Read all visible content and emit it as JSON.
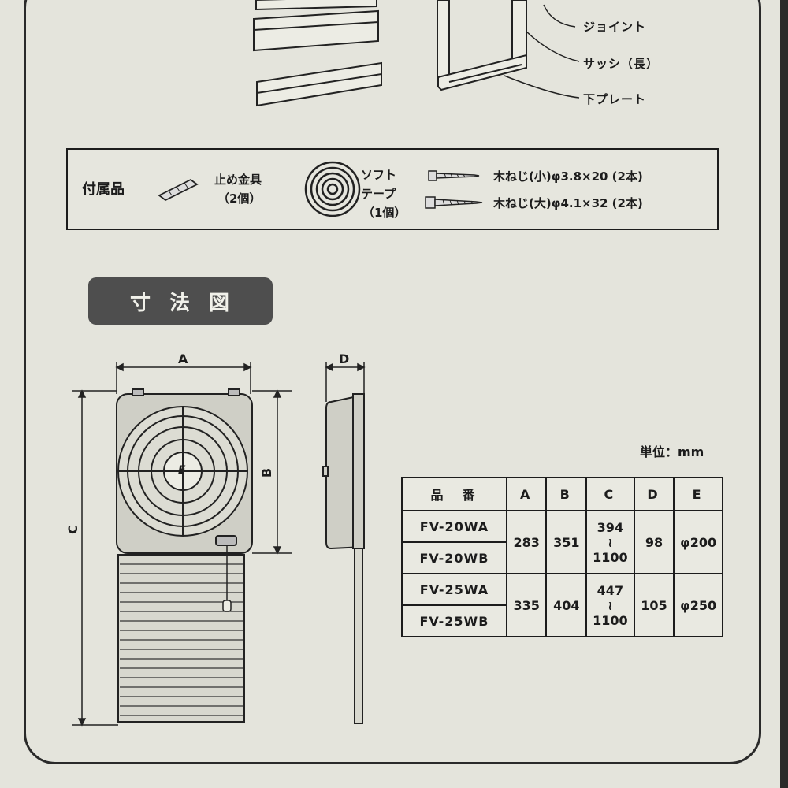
{
  "labels": {
    "joint": "ジョイント",
    "sash": "サッシ（長）",
    "bottom_plate": "下プレート"
  },
  "accessories": {
    "title": "付属品",
    "bracket_name": "止め金具",
    "bracket_qty": "（2個）",
    "tape_name_1": "ソフト",
    "tape_name_2": "テープ",
    "tape_qty": "（1個）",
    "screw_small": "木ねじ(小)φ3.8×20 (2本)",
    "screw_large": "木ねじ(大)φ4.1×32 (2本)"
  },
  "dimension_section": {
    "title": "寸法図",
    "dim_a": "A",
    "dim_b": "B",
    "dim_c": "C",
    "dim_d": "D",
    "fan_mark": "E"
  },
  "spec_table": {
    "unit": "単位：mm",
    "headers": [
      "品　番",
      "A",
      "B",
      "C",
      "D",
      "E"
    ],
    "groups": [
      {
        "models": [
          "FV-20WA",
          "FV-20WB"
        ],
        "a": "283",
        "b": "351",
        "c_min": "394",
        "c_sep": "≀",
        "c_max": "1100",
        "d": "98",
        "e": "φ200"
      },
      {
        "models": [
          "FV-25WA",
          "FV-25WB"
        ],
        "a": "335",
        "b": "404",
        "c_min": "447",
        "c_sep": "≀",
        "c_max": "1100",
        "d": "105",
        "e": "φ250"
      }
    ]
  }
}
